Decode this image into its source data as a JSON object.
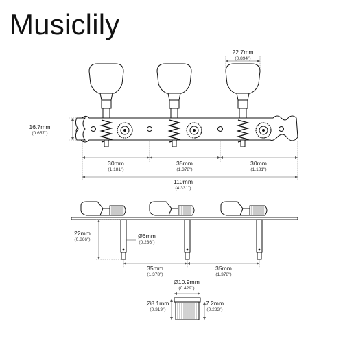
{
  "brand": {
    "name": "Musiclily"
  },
  "dimensions": {
    "button_width": {
      "mm": "22.7mm",
      "in": "(0.894\")"
    },
    "plate_height": {
      "mm": "16.7mm",
      "in": "(0.657\")"
    },
    "spacing_left": {
      "mm": "30mm",
      "in": "(1.181\")"
    },
    "spacing_middle": {
      "mm": "35mm",
      "in": "(1.378\")"
    },
    "spacing_right": {
      "mm": "30mm",
      "in": "(1.181\")"
    },
    "total_length": {
      "mm": "110mm",
      "in": "(4.331\")"
    },
    "post_length": {
      "mm": "22mm",
      "in": "(0.866\")"
    },
    "post_diameter": {
      "mm": "Ø6mm",
      "in": "(0.236\")"
    },
    "post_spacing_left": {
      "mm": "35mm",
      "in": "(1.378\")"
    },
    "post_spacing_right": {
      "mm": "35mm",
      "in": "(1.378\")"
    },
    "bushing_outer": {
      "mm": "Ø10.9mm",
      "in": "(0.429\")"
    },
    "bushing_inner": {
      "mm": "Ø8.1mm",
      "in": "(0.319\")"
    },
    "bushing_height": {
      "mm": "7.2mm",
      "in": "(0.283\")"
    }
  },
  "colors": {
    "ink": "#111111",
    "dimension_line": "#555555",
    "background": "#ffffff"
  }
}
